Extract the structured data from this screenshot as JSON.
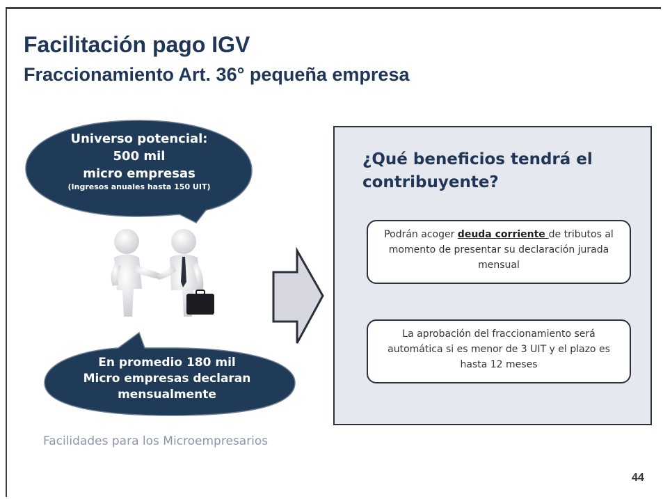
{
  "slide": {
    "title": "Facilitación pago IGV",
    "subtitle": "Fraccionamiento Art. 36° pequeña empresa",
    "bubble_top": {
      "line1": "Universo potencial:",
      "line2": "500 mil",
      "line3": "micro empresas",
      "line4": "(Ingresos anuales hasta 150 UIT)"
    },
    "bubble_bottom": {
      "line1": "En promedio 180 mil",
      "line2": "Micro empresas declaran",
      "line3": "mensualmente"
    },
    "illustration": "handshake-figures-icon",
    "arrow": "right-arrow-icon",
    "panel": {
      "title": "¿Qué beneficios tendrá el contribuyente?",
      "card1": {
        "prefix": "Podrán acoger ",
        "emphasis": "deuda corriente ",
        "suffix": "de tributos al momento de presentar su declaración jurada mensual"
      },
      "card2": {
        "text": "La aprobación del fraccionamiento será automática si es menor de 3 UIT y el plazo es hasta 12 meses"
      }
    },
    "footer": "Facilidades para los Microempresarios",
    "page_number": "44",
    "colors": {
      "title": "#1f3657",
      "bubble": "#1f3b57",
      "panel_bg": "#e6e8ef",
      "arrow_fill": "#d6d7e0"
    }
  }
}
